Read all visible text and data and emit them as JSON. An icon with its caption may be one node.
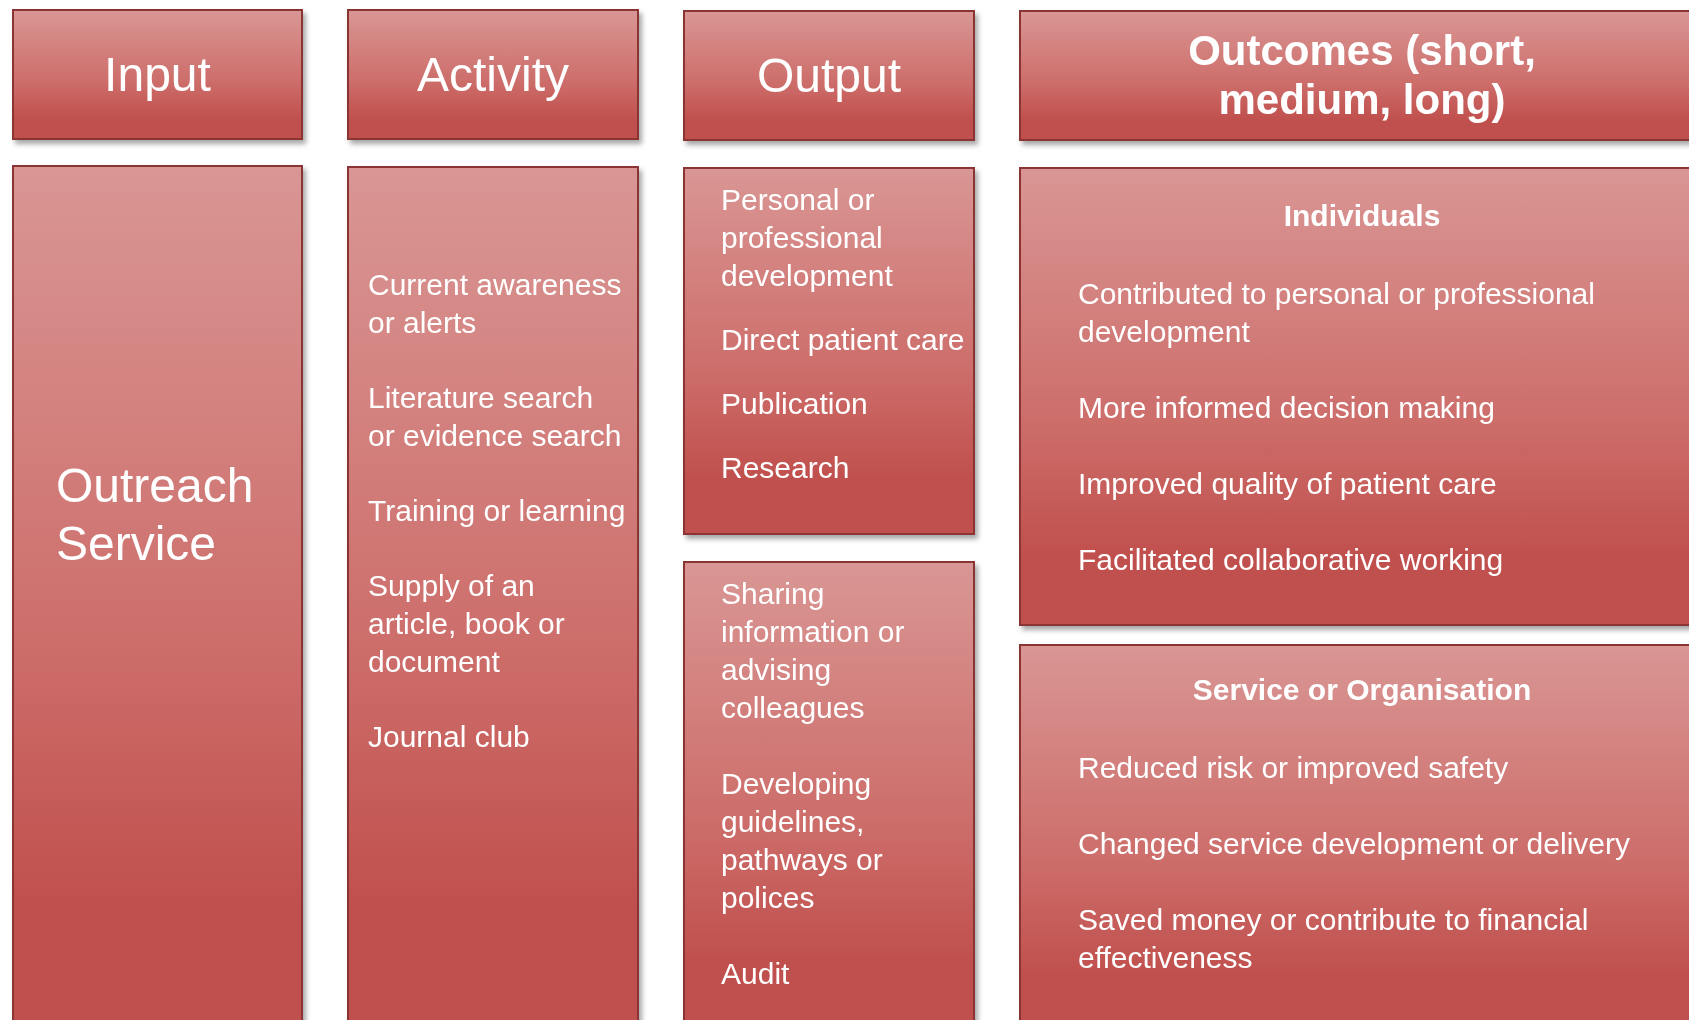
{
  "diagram": {
    "nodes": [
      {
        "text": [
          "Input"
        ]
      },
      {
        "text": [
          "Activity"
        ]
      },
      {
        "text": [
          "Output"
        ]
      },
      {
        "text": [
          "Outcomes (short, medium, long)"
        ]
      },
      {
        "text": [
          "Outreach Service"
        ]
      },
      {
        "text": [
          "Current awareness or alerts",
          "Literature search or evidence search",
          "Training or learning",
          "Supply of an article, book or document",
          "Journal club"
        ]
      },
      {
        "text": [
          "Personal or professional development",
          "Direct patient care",
          "Publication",
          "Research"
        ]
      },
      {
        "text": [
          "Sharing information or advising colleagues",
          "Developing guidelines, pathways or polices",
          "Audit"
        ]
      },
      {
        "text": [
          "Individuals",
          "Contributed to personal or professional development",
          "More informed decision making",
          "Improved quality of patient care",
          "Facilitated collaborative working"
        ]
      },
      {
        "text": [
          "Service or Organisation",
          "Reduced risk or improved safety",
          "Changed service development or delivery",
          "Saved money or contribute to financial effectiveness"
        ]
      }
    ],
    "edges": []
  }
}
